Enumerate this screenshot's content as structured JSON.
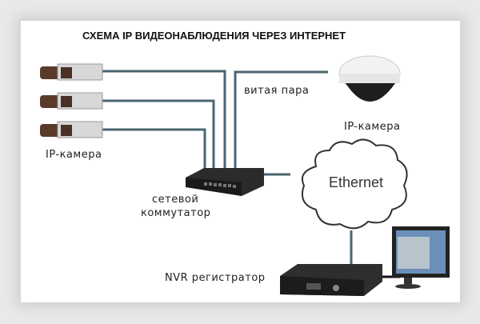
{
  "title": "СХЕМА IP ВИДЕОНАБЛЮДЕНИЯ ЧЕРЕЗ ИНТЕРНЕТ",
  "labels": {
    "twisted_pair": "витая пара",
    "ip_camera_right": "IP-камера",
    "ip_camera_left": "IP-камера",
    "switch_line1": "сетевой",
    "switch_line2": "коммутатор",
    "nvr": "NVR регистратор",
    "cloud": "Ethernet"
  },
  "colors": {
    "cable": "#4a6670",
    "device": "#2b2b2b"
  }
}
